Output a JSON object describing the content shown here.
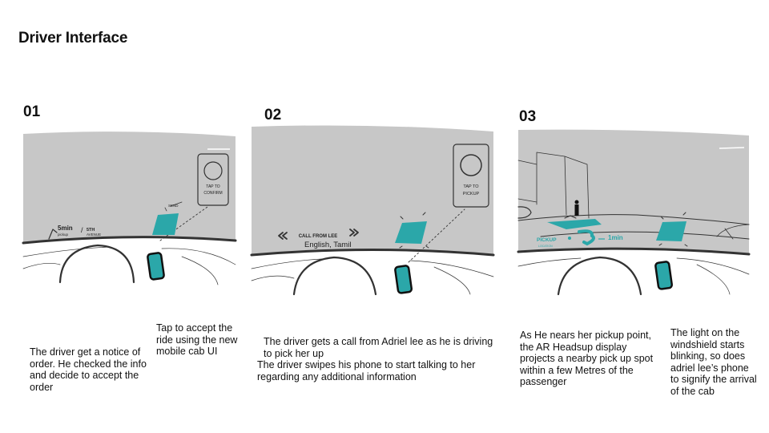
{
  "page_title": "Driver Interface",
  "accent_color": "#2ba7a9",
  "windshield_color": "#c7c7c7",
  "panels": [
    {
      "number": "01",
      "hud_eta": "5min",
      "hud_eta_sub": "pickup",
      "hud_street": "5TH",
      "hud_street_sub": "AVENUE",
      "pad_note": "SEND",
      "phone_text_1": "TAP TO",
      "phone_text_2": "CONFIRM",
      "captions": [
        "The driver get a notice of order. He checked the info and decide to accept the order",
        "Tap to accept the ride using the new mobile cab UI"
      ]
    },
    {
      "number": "02",
      "call_text": "CALL FROM LEE",
      "language_text": "English, Tamil",
      "phone_text_1": "TAP TO",
      "phone_text_2": "PICKUP",
      "captions": [
        "The driver gets a call from Adriel lee as he is driving to pick her up",
        "The driver swipes his phone to start talking to her regarding any additional information"
      ]
    },
    {
      "number": "03",
      "pickup_label": "PICKUP",
      "pickup_sub": "LOCATION",
      "pickup_time": "1min",
      "captions": [
        "As He nears her pickup point, the AR Headsup display projects a nearby pick up spot within a few Metres of the passenger",
        "The light on the windshield starts blinking, so does adriel lee’s phone to signify the arrival of the cab"
      ]
    }
  ]
}
